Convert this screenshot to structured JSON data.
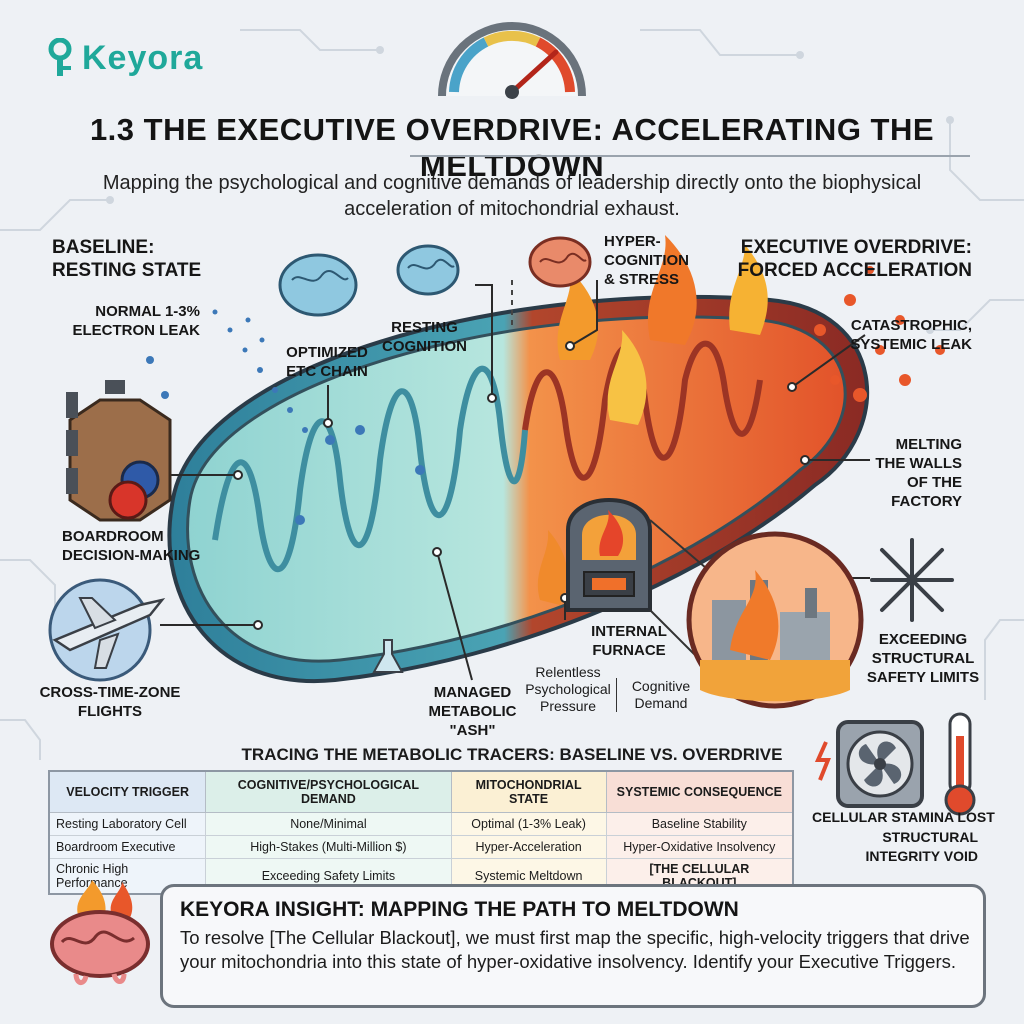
{
  "brand": {
    "name": "Keyora"
  },
  "header": {
    "title": "1.3 THE EXECUTIVE OVERDRIVE: ACCELERATING THE MELTDOWN",
    "subtitle": "Mapping the psychological and cognitive demands of leadership directly onto the biophysical acceleration of mitochondrial exhaust."
  },
  "diagram": {
    "baseline_heading": [
      "BASELINE:",
      "RESTING STATE"
    ],
    "overdrive_heading": [
      "EXECUTIVE OVERDRIVE:",
      "FORCED ACCELERATION"
    ],
    "labels": {
      "electron_leak": [
        "NORMAL 1-3%",
        "ELECTRON LEAK"
      ],
      "etc_chain": [
        "OPTIMIZED",
        "ETC CHAIN"
      ],
      "resting_cognition": [
        "RESTING",
        "COGNITION"
      ],
      "hyper_cognition": [
        "HYPER-",
        "COGNITION",
        "& STRESS"
      ],
      "systemic_leak": [
        "CATASTROPHIC,",
        "SYSTEMIC LEAK"
      ],
      "melting_walls": [
        "MELTING",
        "THE WALLS",
        "OF THE",
        "FACTORY"
      ],
      "boardroom": [
        "BOARDROOM",
        "DECISION-MAKING"
      ],
      "flights": [
        "CROSS-TIME-ZONE",
        "FLIGHTS"
      ],
      "ash": [
        "MANAGED",
        "METABOLIC",
        "\"ASH\""
      ],
      "furnace": [
        "INTERNAL",
        "FURNACE"
      ],
      "psych_pressure": [
        "Relentless",
        "Psychological",
        "Pressure"
      ],
      "cognitive_demand": [
        "Cognitive",
        "Demand"
      ],
      "safety_limits": [
        "EXCEEDING",
        "STRUCTURAL",
        "SAFETY LIMITS"
      ],
      "stamina_lost": "CELLULAR STAMINA LOST",
      "integrity_void": [
        "STRUCTURAL",
        "INTEGRITY VOID"
      ]
    }
  },
  "table": {
    "title": "TRACING THE METABOLIC TRACERS: BASELINE VS. OVERDRIVE",
    "headers": [
      "VELOCITY TRIGGER",
      "COGNITIVE/PSYCHOLOGICAL DEMAND",
      "MITOCHONDRIAL STATE",
      "SYSTEMIC CONSEQUENCE"
    ],
    "rows": [
      [
        "Resting Laboratory Cell",
        "None/Minimal",
        "Optimal (1-3% Leak)",
        "Baseline Stability"
      ],
      [
        "Boardroom Executive",
        "High-Stakes (Multi-Million $)",
        "Hyper-Acceleration",
        "Hyper-Oxidative Insolvency"
      ],
      [
        "Chronic High Performance",
        "Exceeding Safety Limits",
        "Systemic Meltdown",
        "[THE CELLULAR BLACKOUT]"
      ]
    ]
  },
  "insight": {
    "title": "KEYORA INSIGHT: MAPPING THE PATH TO MELTDOWN",
    "body": "To resolve [The Cellular Blackout], we must first map the specific, high-velocity triggers that drive your mitochondria into this state of hyper-oxidative insolvency. Identify your Executive Triggers."
  },
  "colors": {
    "brand": "#1fa89a",
    "cool": "#5fb3b8",
    "hot": "#e8572a"
  }
}
